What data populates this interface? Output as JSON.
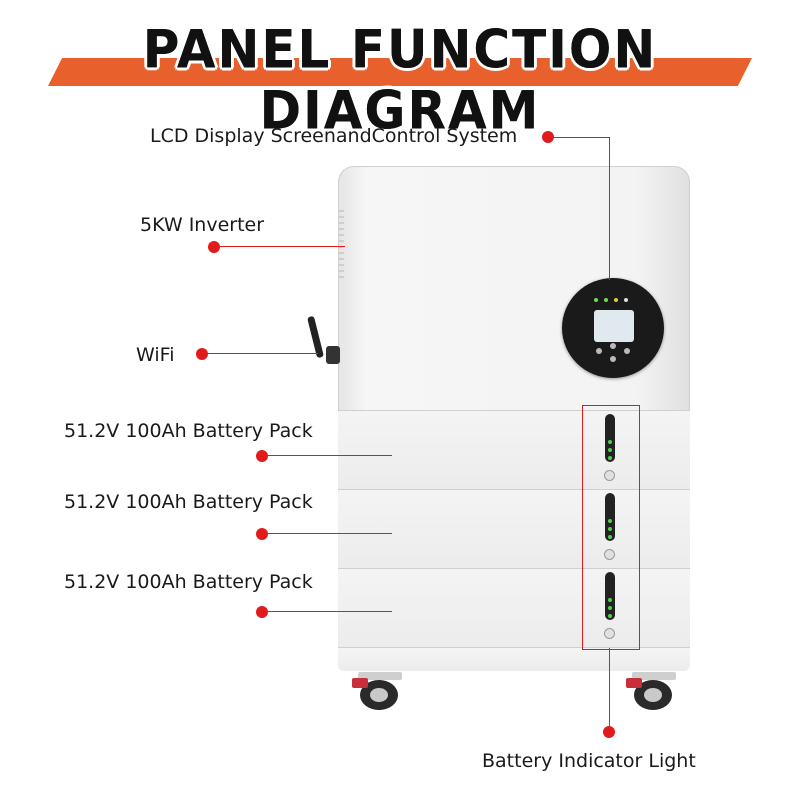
{
  "title": "PANEL FUNCTION DIAGRAM",
  "labels": {
    "lcd": "LCD Display ScreenandControl System",
    "inverter": "5KW Inverter",
    "wifi": "WiFi",
    "battery1": "51.2V 100Ah Battery Pack",
    "battery2": "51.2V 100Ah Battery Pack",
    "battery3": "51.2V 100Ah Battery Pack",
    "indicator": "Battery Indicator Light"
  },
  "colors": {
    "accent": "#e8612c",
    "callout": "#e11b1b",
    "cabinet": "#f2f2f2"
  },
  "icons": [
    "wifi-antenna",
    "control-panel",
    "battery-indicator",
    "caster-wheel"
  ]
}
